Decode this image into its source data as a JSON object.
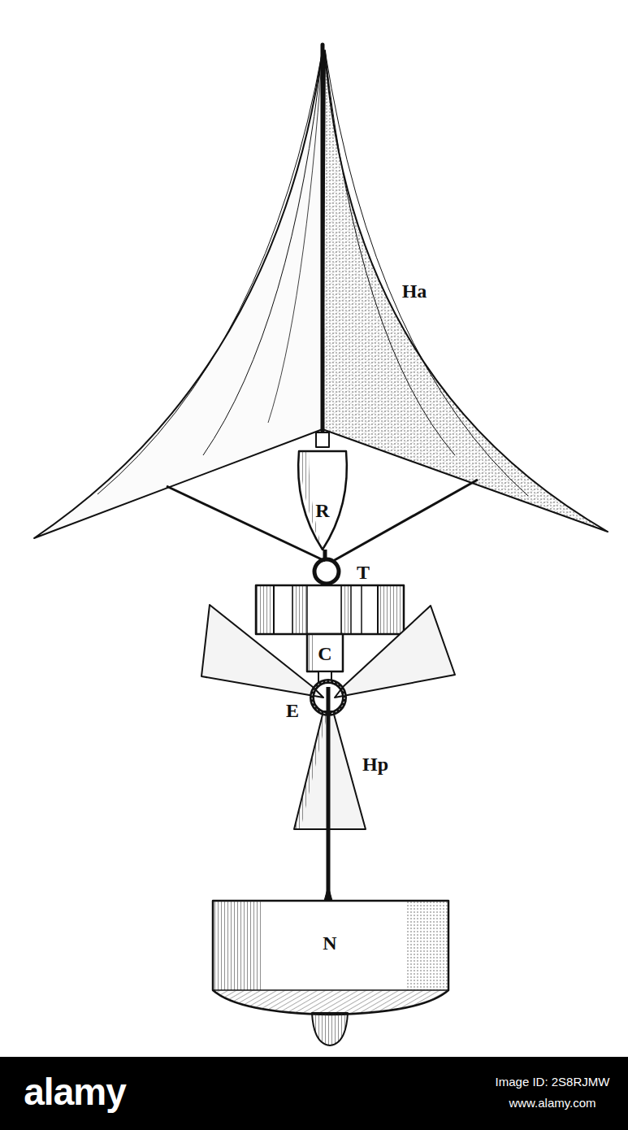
{
  "diagram": {
    "labels": [
      "Ha",
      "R",
      "T",
      "C",
      "E",
      "Hp",
      "N",
      "alamy",
      "Image ID: 2S8RJMW",
      "www.alamy.com"
    ]
  }
}
